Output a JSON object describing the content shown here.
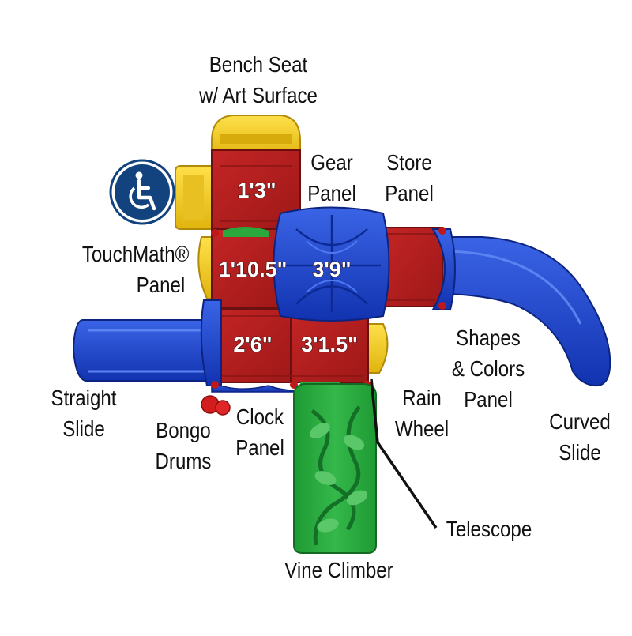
{
  "colors": {
    "deck_red": "#b51e1e",
    "deck_red_dark": "#7d1414",
    "roof_blue": "#1646c8",
    "slide_blue": "#1a3fd0",
    "frame_yellow": "#f2cc1a",
    "climber_green": "#24a23a",
    "accessibility_blue": "#13437e"
  },
  "accessibility_icon": "wheelchair-icon",
  "callouts": {
    "bench_seat": [
      "Bench Seat",
      "w/ Art Surface"
    ],
    "gear_panel": [
      "Gear",
      "Panel"
    ],
    "store_panel": [
      "Store",
      "Panel"
    ],
    "touchmath_panel": [
      "TouchMath®",
      "Panel"
    ],
    "shapes_colors_panel": [
      "Shapes",
      "& Colors",
      "Panel"
    ],
    "straight_slide": [
      "Straight",
      "Slide"
    ],
    "bongo_drums": [
      "Bongo",
      "Drums"
    ],
    "clock_panel": [
      "Clock",
      "Panel"
    ],
    "rain_wheel": [
      "Rain",
      "Wheel"
    ],
    "curved_slide": [
      "Curved",
      "Slide"
    ],
    "telescope": [
      "Telescope"
    ],
    "vine_climber": [
      "Vine Climber"
    ]
  },
  "deck_heights": {
    "top": "1'3\"",
    "mid_left": "1'10.5\"",
    "center": "3'9\"",
    "lower_left": "2'6\"",
    "lower_right": "3'1.5\""
  }
}
